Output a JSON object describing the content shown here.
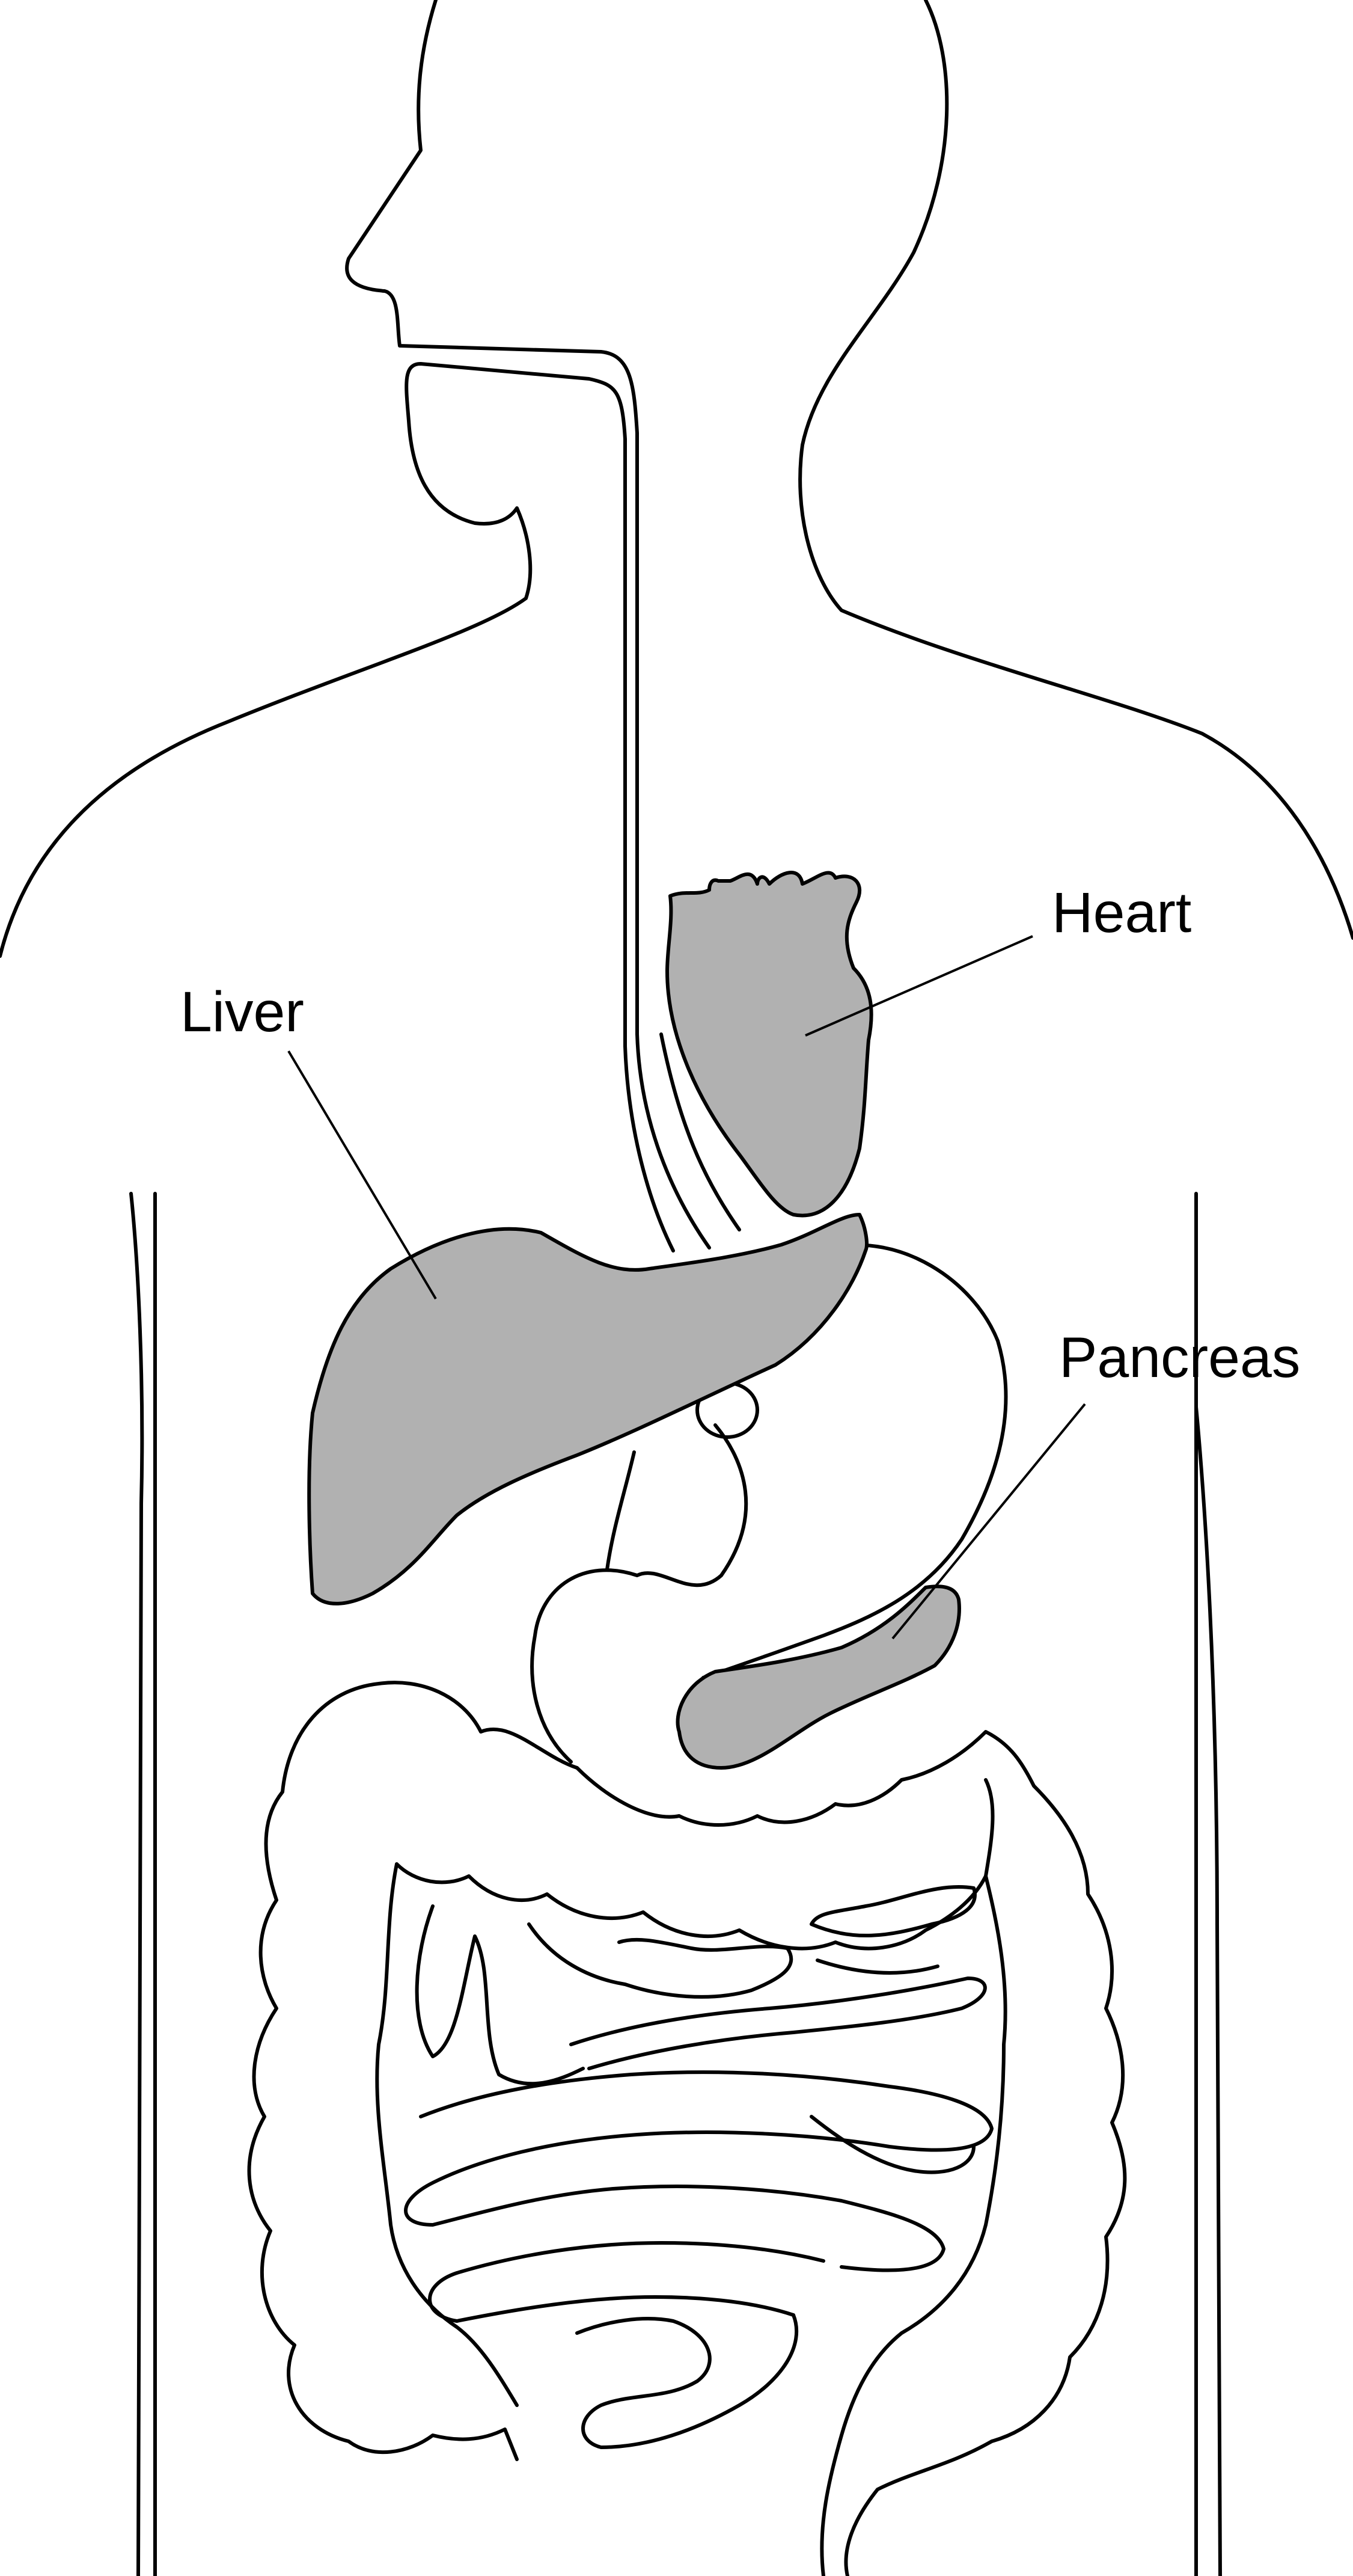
{
  "colors": {
    "highlight_fill": "#b1b1b1",
    "outline": "#000000",
    "background": "#ffffff"
  },
  "labels": {
    "heart": "Heart",
    "liver": "Liver",
    "pancreas": "Pancreas"
  },
  "highlighted_organs": [
    "heart",
    "liver",
    "pancreas"
  ]
}
